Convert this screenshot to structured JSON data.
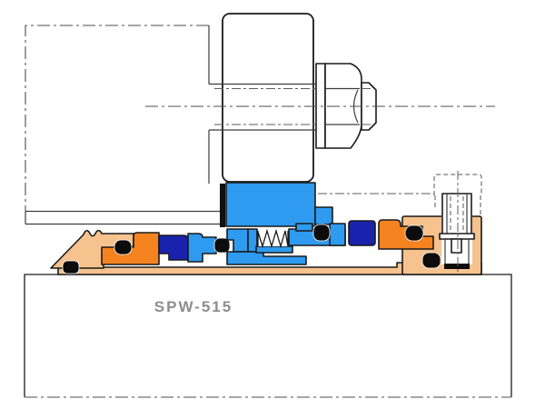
{
  "diagram": {
    "model_label": "SPW-515",
    "kind": "mechanical seal cross-section drawing",
    "parts": [
      "pump housing (phantom outline)",
      "gland flange",
      "stud with washer and hex nut",
      "seal body adapter",
      "coil spring",
      "seal faces",
      "face holders",
      "o-rings",
      "shaft sleeve",
      "drive collar",
      "set screw (hidden lines)",
      "shaft"
    ]
  },
  "colors": {
    "body_blue": "#2E9BF0",
    "face_navy": "#1822AC",
    "face_orange": "#F5831F",
    "metal_tan": "#F6C28E",
    "oring_black": "#0C0C0C",
    "label_gray": "#8D8D8D"
  }
}
